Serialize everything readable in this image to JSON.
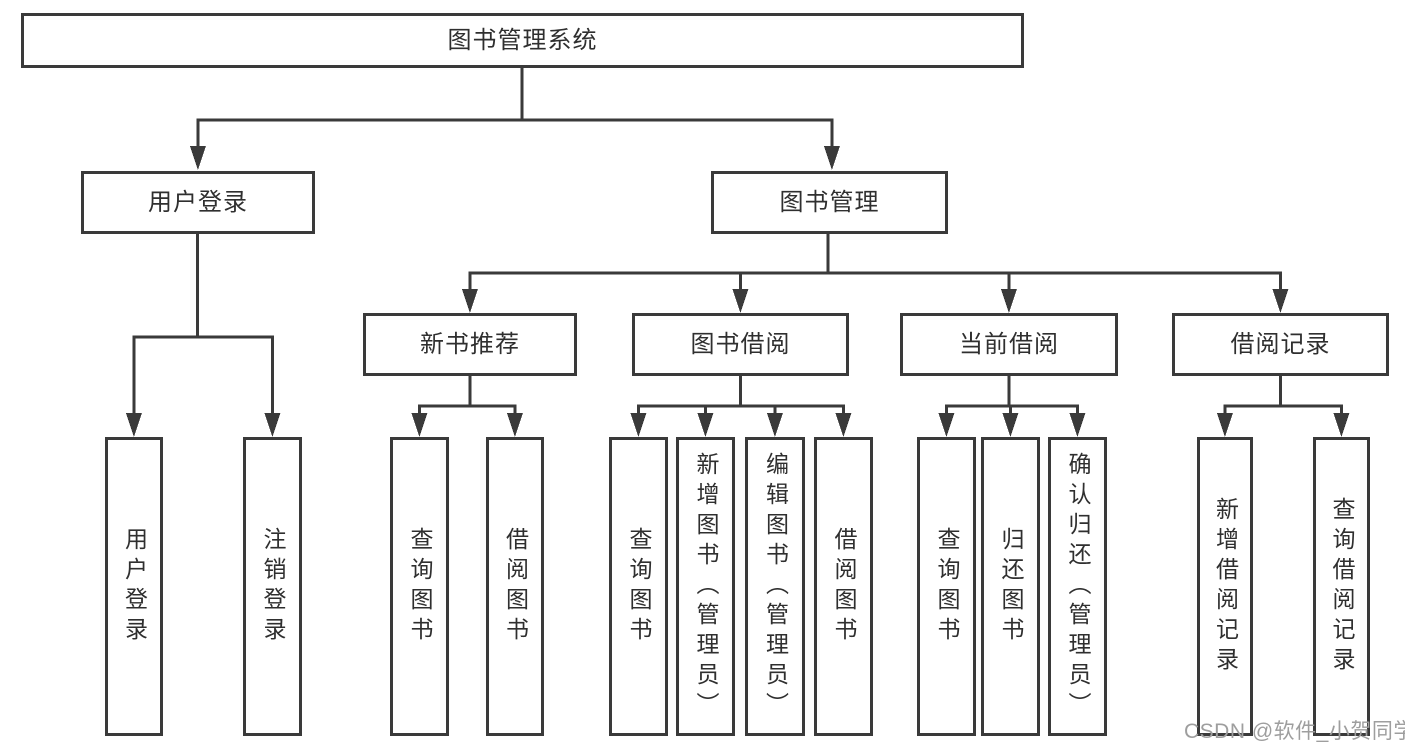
{
  "colors": {
    "line": "#3a3a3a",
    "text": "#2f2f2f",
    "watermark": "#9e9e9e",
    "background": "#ffffff"
  },
  "watermark": {
    "text": "CSDN @软件_小贺同学"
  },
  "tree": {
    "root": {
      "label": "图书管理系统"
    },
    "branches": [
      {
        "label": "用户登录",
        "children": [
          {
            "label": "用户登录"
          },
          {
            "label": "注销登录"
          }
        ]
      },
      {
        "label": "图书管理",
        "children": [
          {
            "label": "新书推荐",
            "children": [
              {
                "label": "查询图书"
              },
              {
                "label": "借阅图书"
              }
            ]
          },
          {
            "label": "图书借阅",
            "children": [
              {
                "label": "查询图书"
              },
              {
                "label": "新增图书（管理员）"
              },
              {
                "label": "编辑图书（管理员）"
              },
              {
                "label": "借阅图书"
              }
            ]
          },
          {
            "label": "当前借阅",
            "children": [
              {
                "label": "查询图书"
              },
              {
                "label": "归还图书"
              },
              {
                "label": "确认归还（管理员）"
              }
            ]
          },
          {
            "label": "借阅记录",
            "children": [
              {
                "label": "新增借阅记录"
              },
              {
                "label": "查询借阅记录"
              }
            ]
          }
        ]
      }
    ]
  }
}
